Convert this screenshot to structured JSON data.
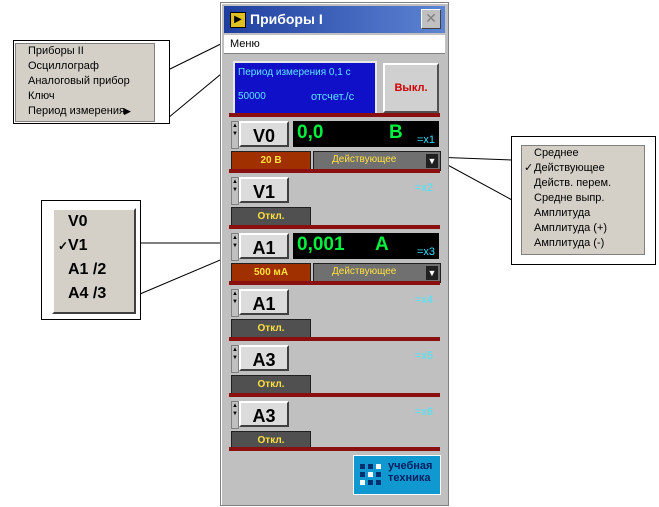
{
  "window": {
    "title": "Приборы  I",
    "menu_label": "Меню"
  },
  "top": {
    "period_line1": "Период измерения 0,1 с",
    "period_count": "50000",
    "period_rate": "отсчет./с",
    "off_button": "Выкл."
  },
  "channels": [
    {
      "name": "V0",
      "value": "0,0",
      "unit": "B",
      "mult": "=x1",
      "range": "20 B",
      "mode": "Действующее"
    },
    {
      "name": "V1",
      "mult": "=x2",
      "range": "Откл."
    },
    {
      "name": "A1",
      "value": "0,001",
      "unit": "A",
      "mult": "=x3",
      "range": "500 мА",
      "mode": "Действующее"
    },
    {
      "name": "A1",
      "mult": "=x4",
      "range": "Откл."
    },
    {
      "name": "A3",
      "mult": "=x5",
      "range": "Откл."
    },
    {
      "name": "A3",
      "mult": "=x6",
      "range": "Откл."
    }
  ],
  "logo": {
    "line1": "учебная",
    "line2": "техника"
  },
  "menu_popup": {
    "items": [
      "Приборы  II",
      "Осциллограф",
      "Аналоговый прибор",
      "Ключ",
      "Период измерения"
    ],
    "submenu_arrow": "▶"
  },
  "mode_popup": {
    "items": [
      "Среднее",
      "Действующее",
      "Действ. перем.",
      "Средне выпр.",
      "Амплитуда",
      "Амплитуда (+)",
      "Амплитуда (-)"
    ],
    "checked_index": 1,
    "check": "✓"
  },
  "channel_popup": {
    "items": [
      "V0",
      "V1",
      "A1  /2",
      "A4  /3"
    ],
    "checked_index": 1,
    "check": "✓"
  },
  "colors": {
    "value_green": "#00f040",
    "title_blue": "#1f3f9e",
    "range_orange": "#a03000",
    "mult_cyan": "#30e0ff"
  }
}
